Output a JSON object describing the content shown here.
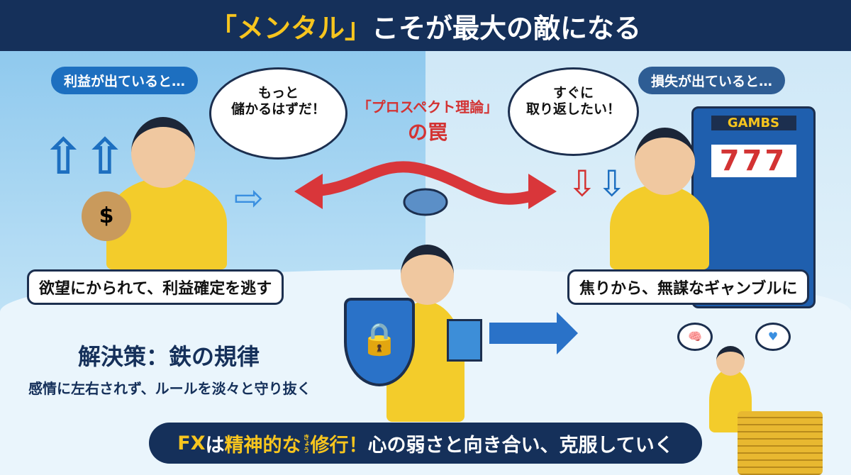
{
  "title": {
    "bracket_open": "「",
    "highlight": "メンタル",
    "bracket_close": "」",
    "rest": "こそが最大の敵になる"
  },
  "left": {
    "label": "利益が出ていると…",
    "thought": "もっと\n儲かるはずだ！",
    "caption": "欲望にかられて、利益確定を逃す"
  },
  "right": {
    "label": "損失が出ていると…",
    "thought": "すぐに\n取り返したい！",
    "caption": "焦りから、無謀なギャンブルに",
    "machine_brand": "GAMBS",
    "machine_reels": "777"
  },
  "center": {
    "line1": "「プロスペクト理論」",
    "line2": "の罠"
  },
  "solution": {
    "title": "解決策：鉄の規律",
    "subtitle": "感情に左右されず、ルールを淡々と守り抜く"
  },
  "banner": {
    "part1": "FX",
    "part2": "は",
    "part3": "精神的な",
    "ruby": "きょう",
    "part4": "修行！",
    "part5": "心の弱さと向き合い、克服していく"
  },
  "colors": {
    "navy": "#15305a",
    "yellow": "#f7c51e",
    "red": "#d33333",
    "blue": "#1d6fc0"
  }
}
